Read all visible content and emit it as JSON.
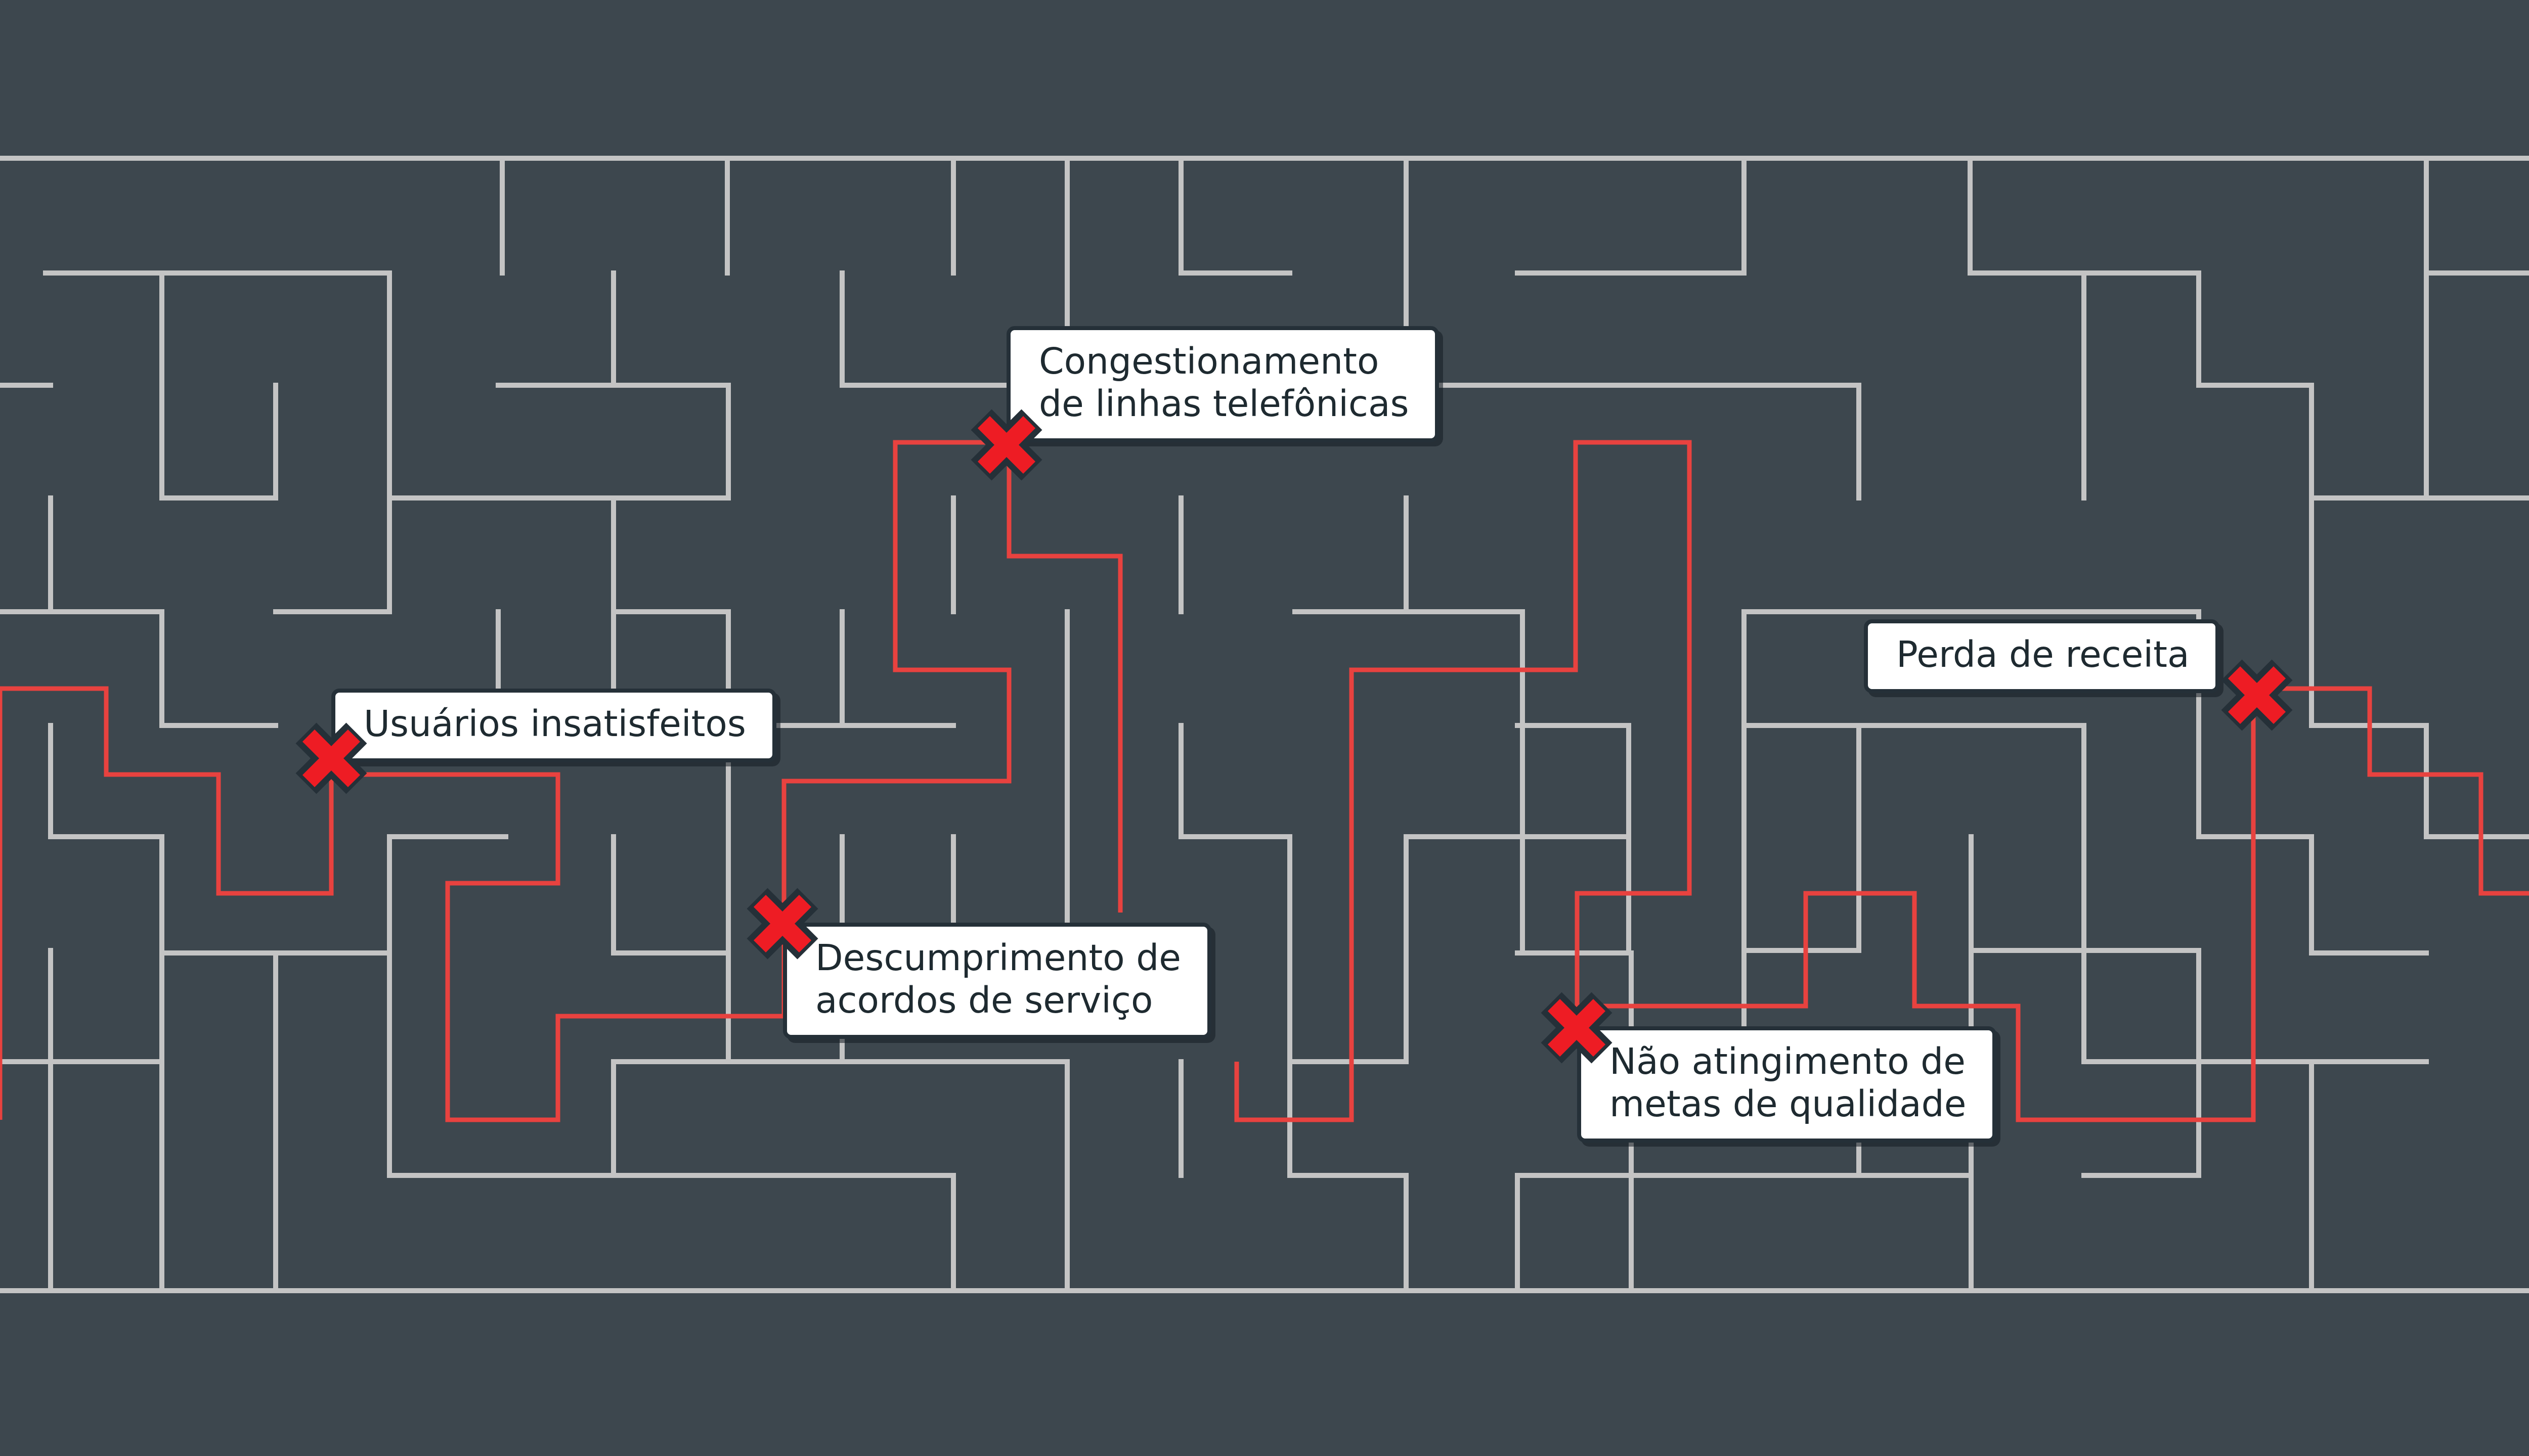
{
  "colors": {
    "background": "#3d474e",
    "wall": "#c4c4c4",
    "path": "#e8423f",
    "marker_fill": "#ee1c24",
    "marker_outline": "#253038",
    "callout_bg": "#ffffff",
    "callout_text": "#1e2a30"
  },
  "markers": [
    {
      "id": "usuarios",
      "icon": "x-mark-icon",
      "lines": [
        "Usuários insatisfeitos"
      ]
    },
    {
      "id": "congestionamento",
      "icon": "x-mark-icon",
      "lines": [
        "Congestionamento",
        "de linhas telefônicas"
      ]
    },
    {
      "id": "descumprimento",
      "icon": "x-mark-icon",
      "lines": [
        "Descumprimento de",
        "acordos de serviço"
      ]
    },
    {
      "id": "nao-atingimento",
      "icon": "x-mark-icon",
      "lines": [
        "Não atingimento de",
        "metas de qualidade"
      ]
    },
    {
      "id": "perda",
      "icon": "x-mark-icon",
      "lines": [
        "Perda de receita"
      ]
    }
  ]
}
